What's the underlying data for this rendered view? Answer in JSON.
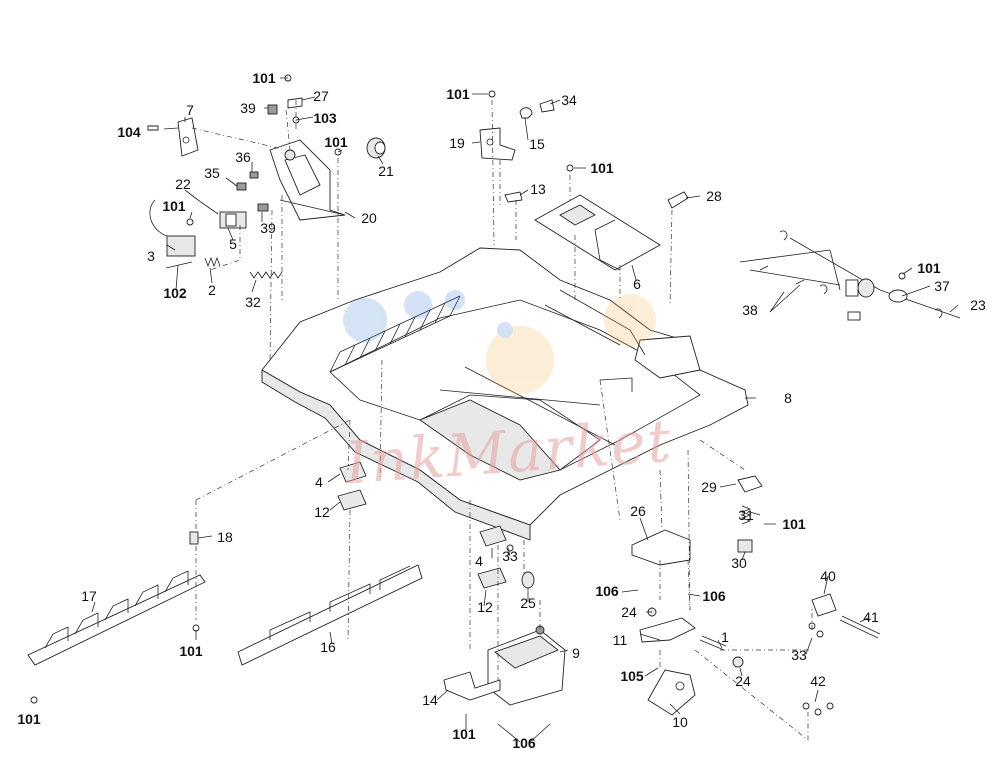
{
  "callouts": {
    "c101a": "101",
    "c27": "27",
    "c39a": "39",
    "c103": "103",
    "c7": "7",
    "c104": "104",
    "c101b": "101",
    "c21": "21",
    "c36": "36",
    "c35": "35",
    "c22": "22",
    "c101c": "101",
    "c5": "5",
    "c39b": "39",
    "c20": "20",
    "c3": "3",
    "c102": "102",
    "c2": "2",
    "c32": "32",
    "c101d": "101",
    "c34": "34",
    "c19": "19",
    "c15": "15",
    "c101e": "101",
    "c13": "13",
    "c28": "28",
    "c6": "6",
    "c101f": "101",
    "c37": "37",
    "c38": "38",
    "c23": "23",
    "c8": "8",
    "c4a": "4",
    "c12a": "12",
    "c18": "18",
    "c17": "17",
    "c101g": "101",
    "c101h": "101",
    "c16": "16",
    "c29": "29",
    "c31": "31",
    "c101i": "101",
    "c30": "30",
    "c26": "26",
    "c106a": "106",
    "c106b": "106",
    "c24a": "24",
    "c11": "11",
    "c1": "1",
    "c105": "105",
    "c24b": "24",
    "c10": "10",
    "c40": "40",
    "c41": "41",
    "c33b": "33",
    "c42": "42",
    "c4b": "4",
    "c33a": "33",
    "c25": "25",
    "c12b": "12",
    "c9": "9",
    "c14": "14",
    "c101j": "101",
    "c106c": "106"
  },
  "watermark": {
    "text": "InkMarket"
  }
}
